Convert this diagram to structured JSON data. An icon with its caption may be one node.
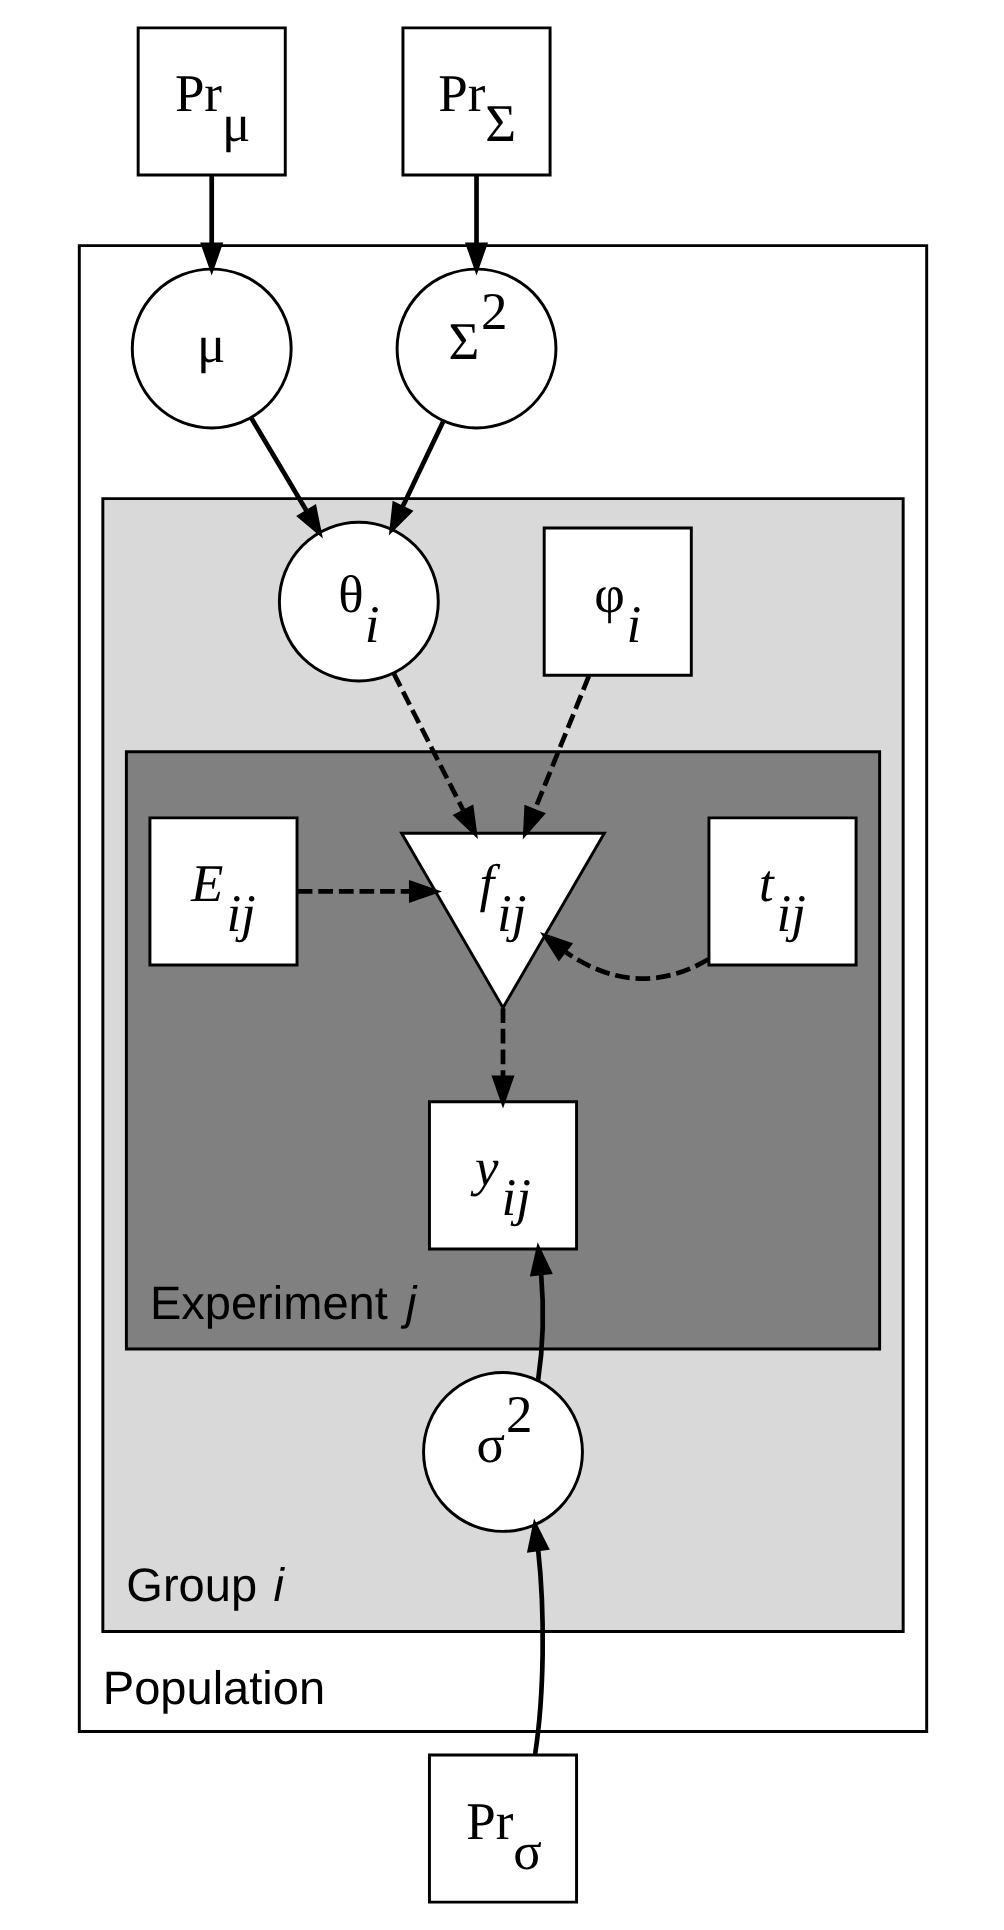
{
  "diagram": {
    "nodes": [
      {
        "text": [
          "Pr$_{μ}$"
        ]
      },
      {
        "text": [
          "Pr$_{Σ}$"
        ]
      },
      {
        "text": [
          "Population"
        ]
      },
      {
        "text": [
          "μ"
        ],
        "in": 2
      },
      {
        "text": [
          "Σ$^{2}$"
        ],
        "in": 2
      },
      {
        "text": [
          "Group *i*"
        ],
        "in": 2
      },
      {
        "text": [
          "φ$_{i}$"
        ],
        "in": 5
      },
      {
        "text": [
          "θ$_{i}$"
        ],
        "in": 5
      },
      {
        "text": [
          "Experiment *j*"
        ],
        "in": 5
      },
      {
        "text": [
          "E$_{ij}$"
        ],
        "in": 8
      },
      {
        "text": [
          "f$_{ij}$"
        ],
        "in": 8
      },
      {
        "text": [
          "t$_{ij}$"
        ],
        "in": 8
      },
      {
        "text": [
          "y$_{ij}$"
        ],
        "in": 8
      },
      {
        "text": [
          "σ$^{2}$"
        ],
        "in": 5
      },
      {
        "text": [
          "Pr$_{σ}$"
        ]
      }
    ],
    "edges": [
      {
        "from": 0,
        "to": 3,
        "arrow": "to"
      },
      {
        "from": 1,
        "to": 4,
        "arrow": "to"
      },
      {
        "from": 3,
        "to": 7,
        "arrow": "to"
      },
      {
        "from": 4,
        "to": 7,
        "arrow": "to"
      },
      {
        "from": 6,
        "to": 10,
        "arrow": "to",
        "style": "dashed"
      },
      {
        "from": 7,
        "to": 10,
        "arrow": "to",
        "style": "dashed"
      },
      {
        "from": 9,
        "to": 10,
        "arrow": "to",
        "style": "dashed"
      },
      {
        "from": 11,
        "to": 10,
        "arrow": "to",
        "style": "dashed"
      },
      {
        "from": 10,
        "to": 12,
        "arrow": "to",
        "style": "dashed"
      },
      {
        "from": 13,
        "to": 12,
        "arrow": "to"
      },
      {
        "from": 14,
        "to": 13,
        "arrow": "to"
      }
    ]
  }
}
